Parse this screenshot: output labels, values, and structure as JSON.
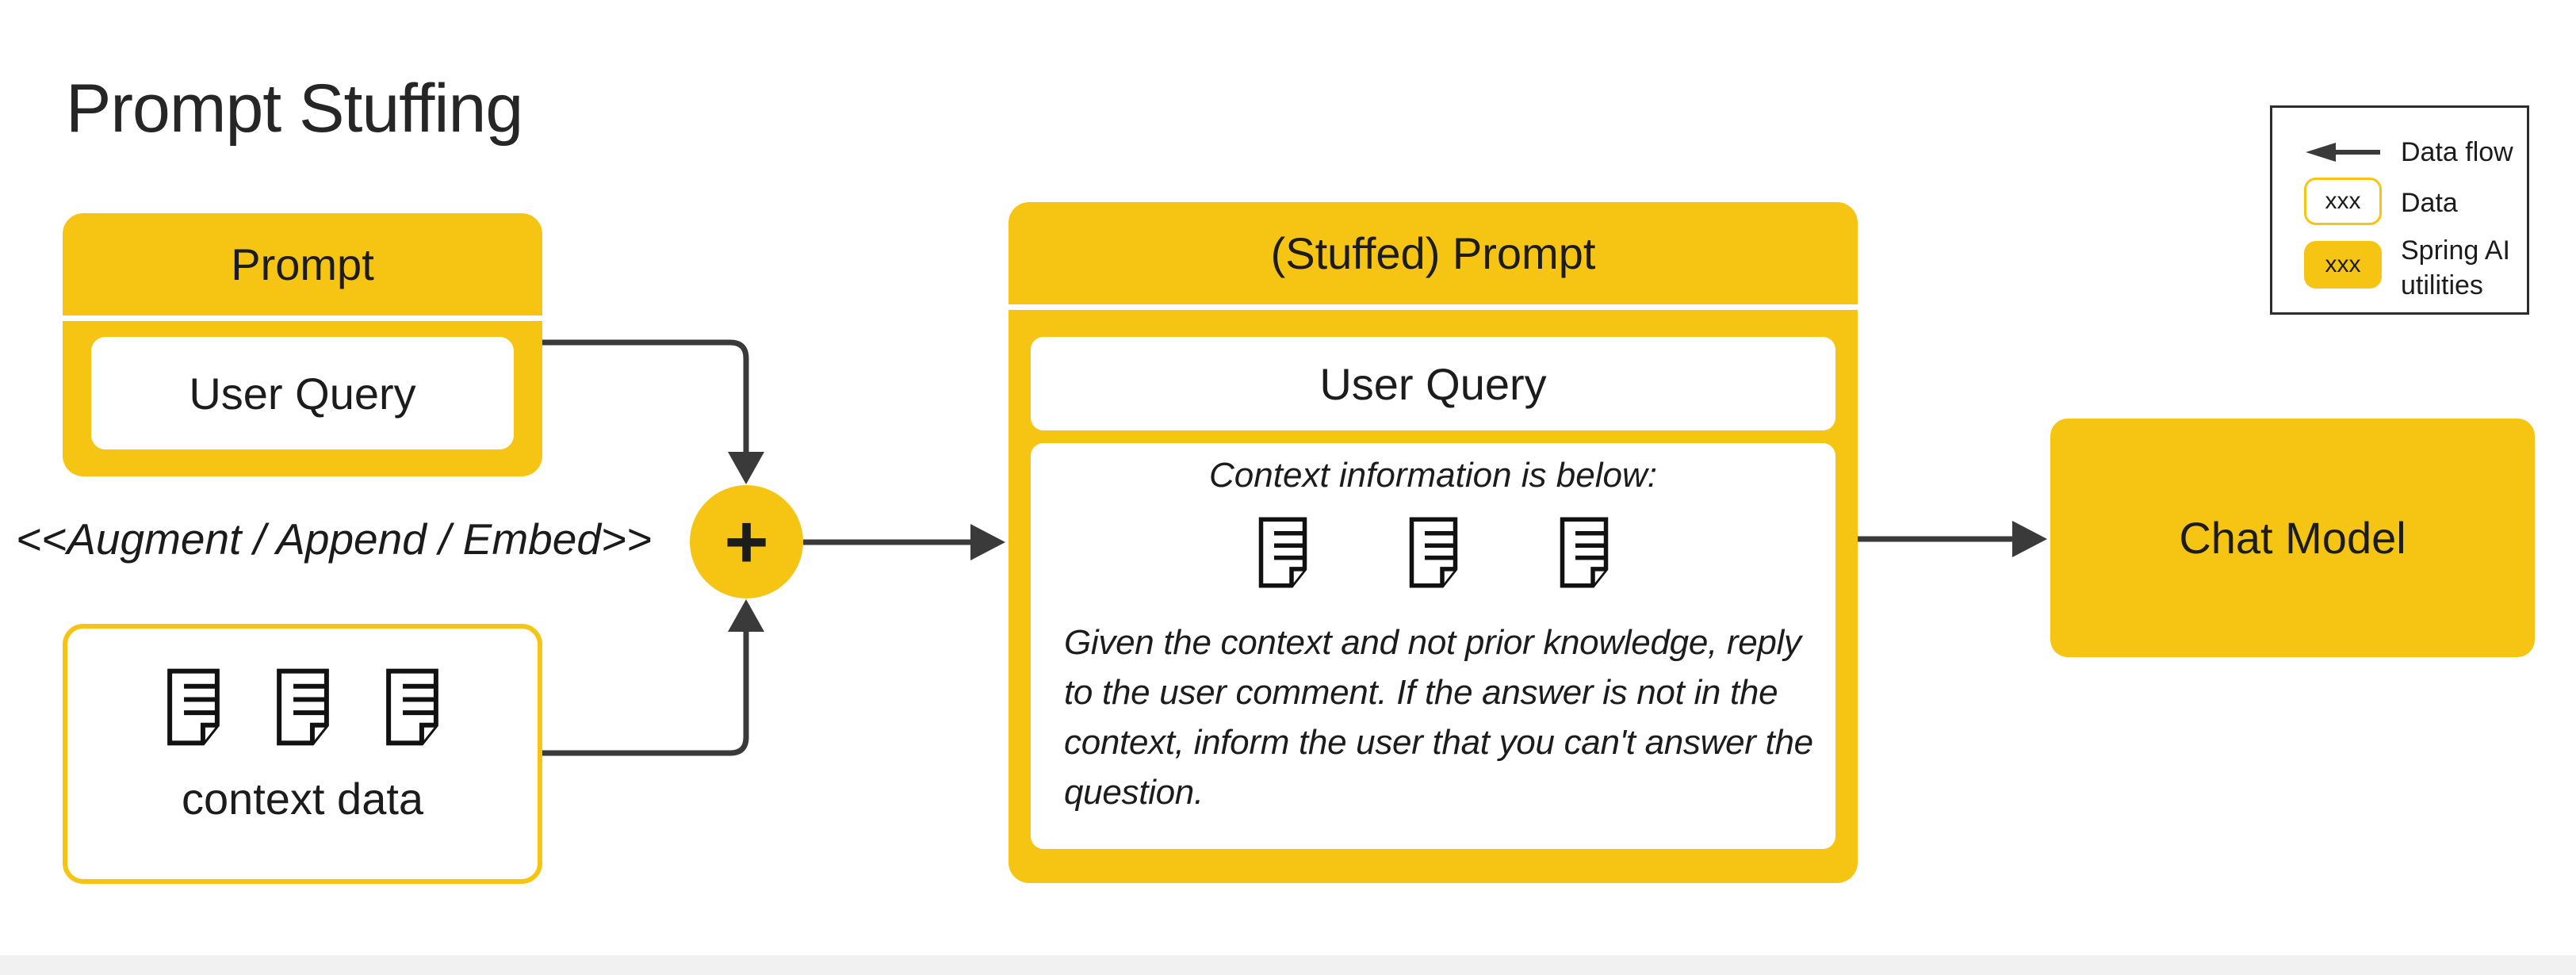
{
  "title": "Prompt Stuffing",
  "colors": {
    "accent_yellow": "#F6C413",
    "arrow": "#3A3A3A",
    "text": "#1C1C1C",
    "legend_border": "#2D2D2D",
    "footer_strip": "#F1F1F2"
  },
  "prompt_box": {
    "header": "Prompt",
    "user_query": "User Query"
  },
  "augment_label": "<<Augment / Append / Embed>>",
  "context_box": {
    "label": "context data"
  },
  "plus_label": "+",
  "stuffed_box": {
    "header": "(Stuffed) Prompt",
    "user_query": "User Query",
    "context_heading": "Context information is below:",
    "instruction": "Given the context and not prior knowledge, reply to the user comment. If the answer is not in the context, inform the user that you can't answer the question."
  },
  "chat_model_label": "Chat Model",
  "legend": {
    "items": [
      {
        "symbol": "data-flow-arrow",
        "label": "Data flow"
      },
      {
        "symbol": "data-box",
        "sample": "xxx",
        "label": "Data"
      },
      {
        "symbol": "spring-ai-utility-box",
        "sample": "xxx",
        "label": "Spring AI utilities"
      }
    ]
  }
}
